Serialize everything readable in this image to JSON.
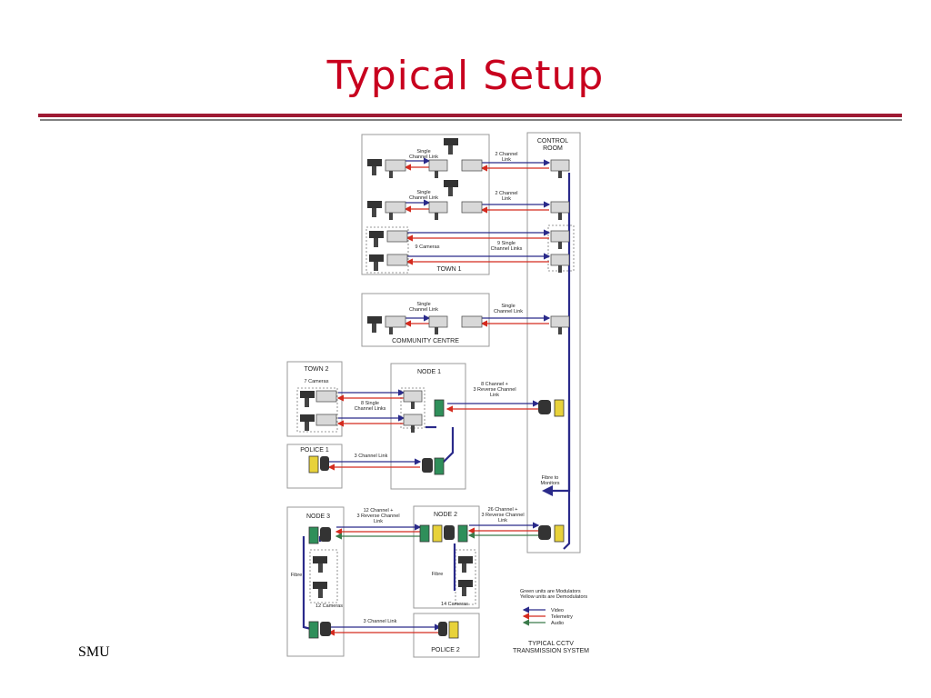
{
  "slide": {
    "title": "Typical Setup",
    "footer": "SMU"
  },
  "diagram": {
    "boxes": {
      "control_room": "CONTROL\nROOM",
      "town1": "TOWN 1",
      "community": "COMMUNITY CENTRE",
      "town2": "TOWN 2",
      "node1": "NODE 1",
      "police1": "POLICE 1",
      "node3": "NODE 3",
      "node2": "NODE 2",
      "police2": "POLICE 2"
    },
    "labels": {
      "single_link": "Single\nChannel Link",
      "two_channel": "2 Channel\nLink",
      "nine_cameras": "9 Cameras",
      "nine_single": "9 Single\nChannel Links",
      "comm_single_left": "Single\nChannel Link",
      "comm_single_right": "Single\nChannel Link",
      "seven_cameras": "7 Cameras",
      "eight_single": "8 Single\nChannel Links",
      "eight_channel": "8  Channel +\n3 Reverse Channel\nLink",
      "three_channel_1": "3 Channel Link",
      "fibre_monitors": "Fibre to\nMonitors",
      "twelve_channel": "12 Channel +\n3 Reverse Channel\nLink",
      "twentysix_channel": "26 Channel +\n3 Reverse Channel\nLink",
      "fibre3": "Fibre",
      "fibre2": "Fibre",
      "twelve_cameras": "12 Cameras",
      "fourteen_cameras": "14 Cameras",
      "three_channel_2": "3 Channel Link"
    },
    "legend": {
      "note": "Green units are Modulators\nYellow units are Demodulators",
      "video": "Video",
      "telemetry": "Telemetry",
      "audio": "Audio",
      "caption": "TYPICAL CCTV\nTRANSMISSION SYSTEM"
    },
    "colors": {
      "video": "#2a2a8a",
      "telemetry": "#d42a1e",
      "audio": "#3a7a4a",
      "modulator": "#2f8f5a",
      "demodulator": "#e8d23a",
      "fibre": "#2a2a8a"
    },
    "icons": [
      "camera-icon",
      "transmitter-icon",
      "receiver-icon",
      "modulator-icon",
      "demodulator-icon"
    ]
  }
}
